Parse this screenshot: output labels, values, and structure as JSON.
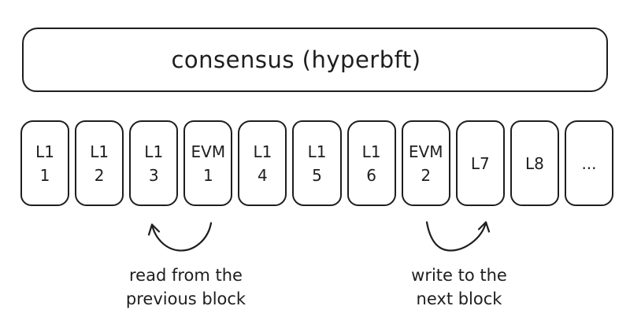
{
  "consensus": {
    "label": "consensus (hyperbft)"
  },
  "blocks": [
    {
      "label": "L1\n1"
    },
    {
      "label": "L1\n2"
    },
    {
      "label": "L1\n3"
    },
    {
      "label": "EVM\n1"
    },
    {
      "label": "L1\n4"
    },
    {
      "label": "L1\n5"
    },
    {
      "label": "L1\n6"
    },
    {
      "label": "EVM\n2"
    },
    {
      "label": "L7"
    },
    {
      "label": "L8"
    },
    {
      "label": "..."
    }
  ],
  "annotations": {
    "read": {
      "label": "read from the\nprevious block"
    },
    "write": {
      "label": "write to the\nnext block"
    }
  },
  "icons": {
    "read_arrow": "curved-arrow-up-left",
    "write_arrow": "curved-arrow-up-right"
  },
  "colors": {
    "stroke": "#1e1e1e",
    "background": "#ffffff"
  }
}
